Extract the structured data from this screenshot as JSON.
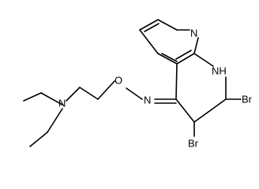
{
  "atoms": {
    "n_pyridine": "N",
    "nh": "NH",
    "o_oxime": "O",
    "n_oxime": "N",
    "n_amine": "N",
    "br_top": "Br",
    "br_bottom": "Br"
  }
}
